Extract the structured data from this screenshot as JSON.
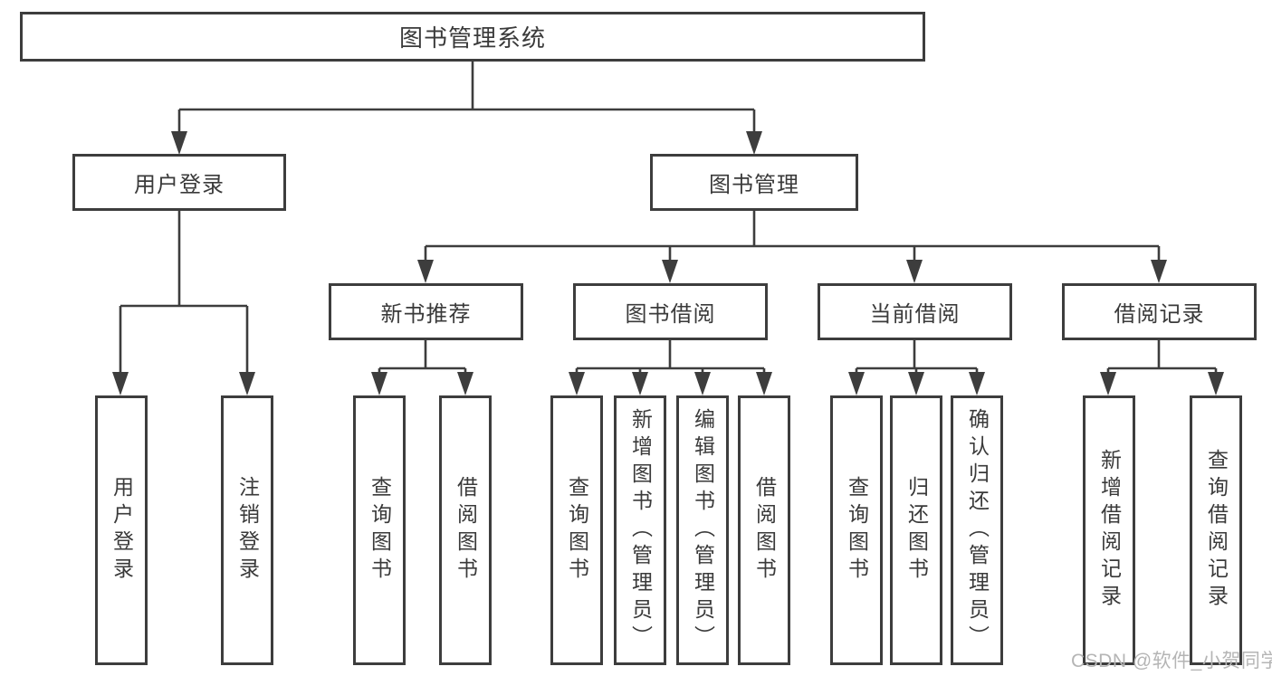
{
  "diagram": {
    "title": "图书管理系统",
    "branches": [
      {
        "label": "用户登录",
        "children": [
          {
            "label": "用户登录"
          },
          {
            "label": "注销登录"
          }
        ]
      },
      {
        "label": "图书管理",
        "children": [
          {
            "label": "新书推荐",
            "children": [
              {
                "label": "查询图书"
              },
              {
                "label": "借阅图书"
              }
            ]
          },
          {
            "label": "图书借阅",
            "children": [
              {
                "label": "查询图书"
              },
              {
                "label": "新增图书（管理员）"
              },
              {
                "label": "编辑图书（管理员）"
              },
              {
                "label": "借阅图书"
              }
            ]
          },
          {
            "label": "当前借阅",
            "children": [
              {
                "label": "查询图书"
              },
              {
                "label": "归还图书"
              },
              {
                "label": "确认归还（管理员）"
              }
            ]
          },
          {
            "label": "借阅记录",
            "children": [
              {
                "label": "新增借阅记录"
              },
              {
                "label": "查询借阅记录"
              }
            ]
          }
        ]
      }
    ]
  },
  "watermark": {
    "text": "CSDN @软件_小贺同学"
  },
  "colors": {
    "line": "#3d3d3d",
    "text": "#3a3a3a",
    "watermark": "#b5b5b5",
    "background": "#ffffff"
  }
}
